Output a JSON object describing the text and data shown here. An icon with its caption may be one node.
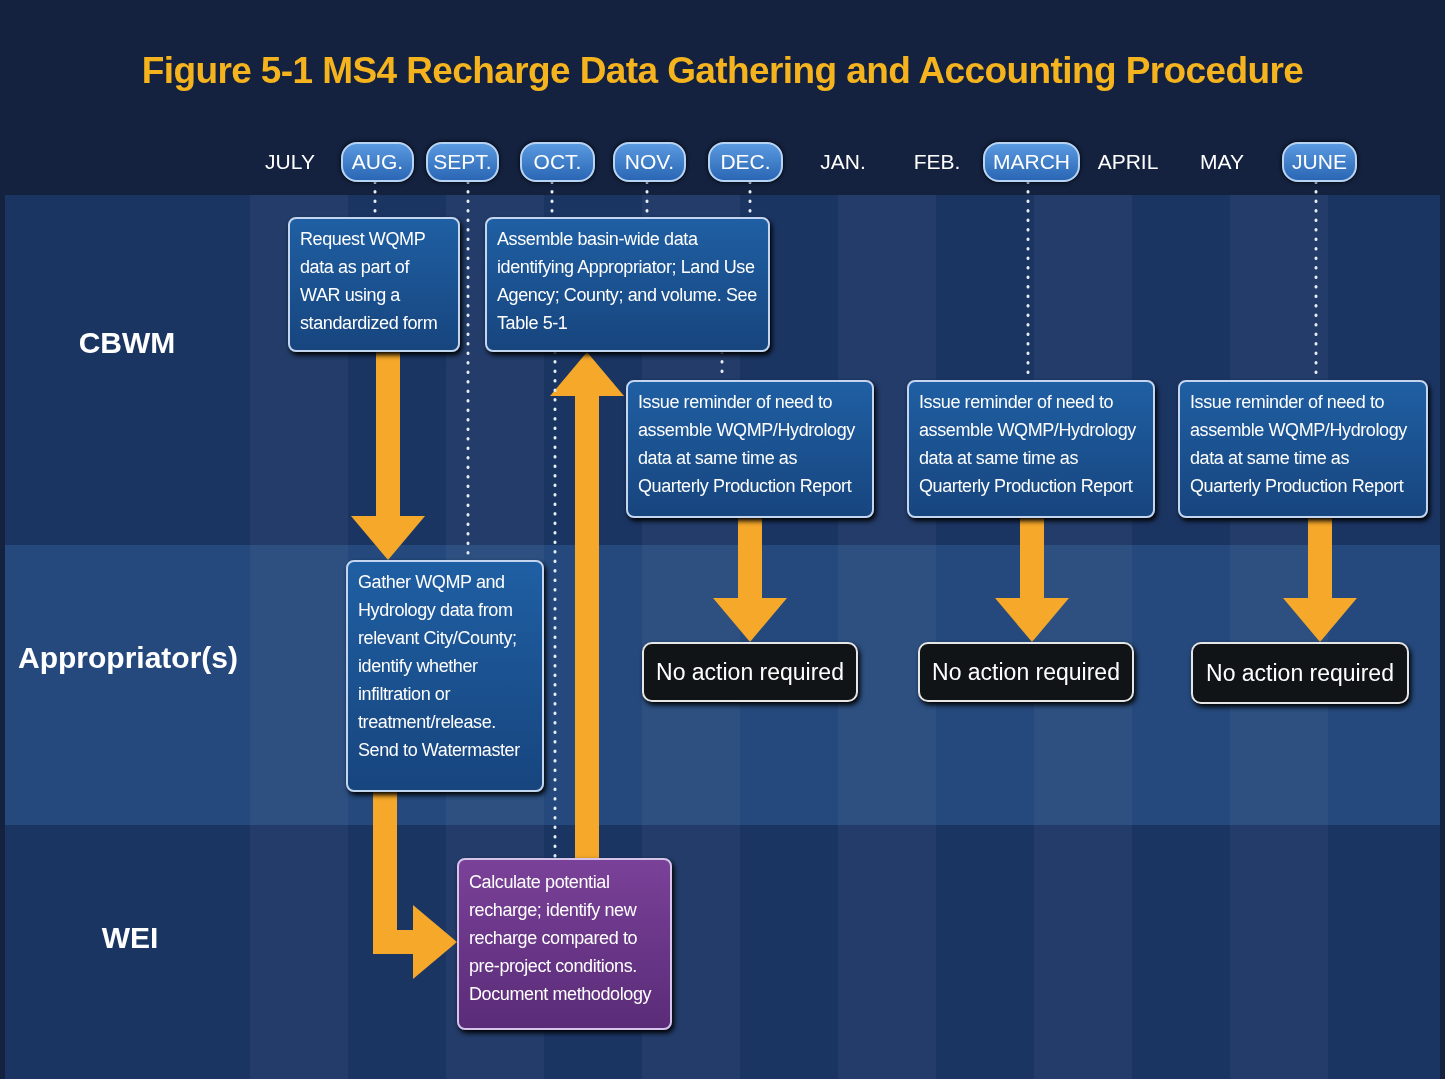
{
  "diagram": {
    "title": "Figure 5-1 MS4 Recharge Data Gathering and Accounting Procedure",
    "nodes": [
      {
        "text": [
          "AUG."
        ]
      },
      {
        "text": [
          "SEPT."
        ]
      },
      {
        "text": [
          "OCT."
        ]
      },
      {
        "text": [
          "NOV."
        ]
      },
      {
        "text": [
          "DEC."
        ]
      },
      {
        "text": [
          "MARCH"
        ]
      },
      {
        "text": [
          "JUNE"
        ]
      },
      {
        "text": [
          "Request WQMP data as part of WAR using a standardized form"
        ]
      },
      {
        "text": [
          "Assemble basin-wide data identifying Appropriator; Land Use Agency; County; and volume. See Table 5-1"
        ]
      },
      {
        "text": [
          "Issue reminder of need to assemble WQMP/Hydrology data at same time as Quarterly Production Report"
        ]
      },
      {
        "text": [
          "Issue reminder of need to assemble WQMP/Hydrology data at same time as Quarterly Production Report"
        ]
      },
      {
        "text": [
          "Issue reminder of need to assemble WQMP/Hydrology data at same time as Quarterly Production Report"
        ]
      },
      {
        "text": [
          "Gather WQMP and Hydrology data from relevant City/County; identify whether infiltration or treatment/release. Send to Watermaster"
        ]
      },
      {
        "text": [
          "No action required"
        ]
      },
      {
        "text": [
          "No action required"
        ]
      },
      {
        "text": [
          "No action required"
        ]
      },
      {
        "text": [
          "Calculate potential recharge; identify new recharge compared to pre-project conditions. Document methodology"
        ]
      }
    ],
    "edges": [
      {
        "from": 7,
        "to": 12,
        "arrow": "to",
        "style": "thick",
        "color": "#f5a82a"
      },
      {
        "from": 12,
        "to": 16,
        "arrow": "to",
        "style": "thick",
        "color": "#f5a82a"
      },
      {
        "from": 16,
        "to": 8,
        "arrow": "to",
        "style": "thick",
        "color": "#f5a82a"
      },
      {
        "from": 9,
        "to": 13,
        "arrow": "to",
        "style": "thick",
        "color": "#f5a82a"
      },
      {
        "from": 10,
        "to": 14,
        "arrow": "to",
        "style": "thick",
        "color": "#f5a82a"
      },
      {
        "from": 11,
        "to": 15,
        "arrow": "to",
        "style": "thick",
        "color": "#f5a82a"
      },
      {
        "from": 0,
        "to": 7,
        "arrow": "none",
        "style": "dashed"
      },
      {
        "from": 1,
        "to": 12,
        "arrow": "none",
        "style": "dashed"
      },
      {
        "from": 2,
        "to": 8,
        "arrow": "none",
        "style": "dashed"
      },
      {
        "from": 3,
        "to": 8,
        "arrow": "none",
        "style": "dashed"
      },
      {
        "from": 4,
        "to": 8,
        "arrow": "none",
        "style": "dashed"
      },
      {
        "from": 8,
        "to": 9,
        "arrow": "none",
        "style": "dashed"
      },
      {
        "from": 8,
        "to": 16,
        "arrow": "none",
        "style": "dashed"
      },
      {
        "from": 5,
        "to": 10,
        "arrow": "none",
        "style": "dashed"
      },
      {
        "from": 6,
        "to": 11,
        "arrow": "none",
        "style": "dashed"
      }
    ],
    "labels": [
      "JULY",
      "JAN.",
      "FEB.",
      "APRIL",
      "MAY",
      "CBWM",
      "Appropriator(s)",
      "WEI"
    ]
  }
}
